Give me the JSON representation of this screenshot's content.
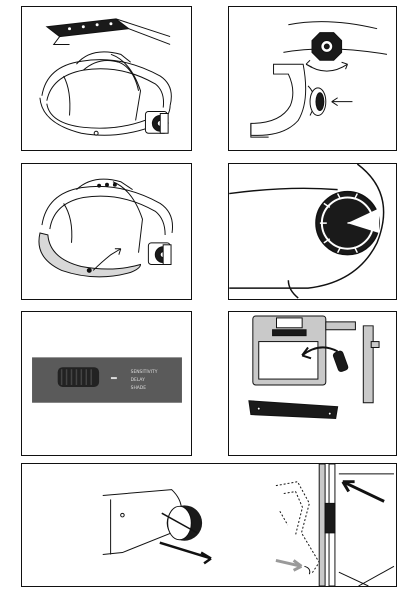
{
  "figures": [
    {
      "id": "headband-ratchet-figure",
      "label": ""
    },
    {
      "id": "adjuster-knob-figure",
      "label": ""
    },
    {
      "id": "sweatband-figure",
      "label": ""
    },
    {
      "id": "shade-dial-figure",
      "label": ""
    },
    {
      "id": "slider-switch-figure",
      "label": ""
    },
    {
      "id": "cartridge-battery-figure",
      "label": ""
    },
    {
      "id": "knob-removal-figure",
      "label": ""
    }
  ],
  "slider_photo": {
    "printed_text": [
      "SENSITIVITY",
      "DELAY",
      "SHADE"
    ]
  },
  "colors": {
    "outline": "#111111",
    "dark_fill": "#1a1a1a",
    "grey_fill": "#c9c9c9",
    "photo_bg": "#5a5a5a",
    "arrow_grey": "#9a9a9a"
  }
}
